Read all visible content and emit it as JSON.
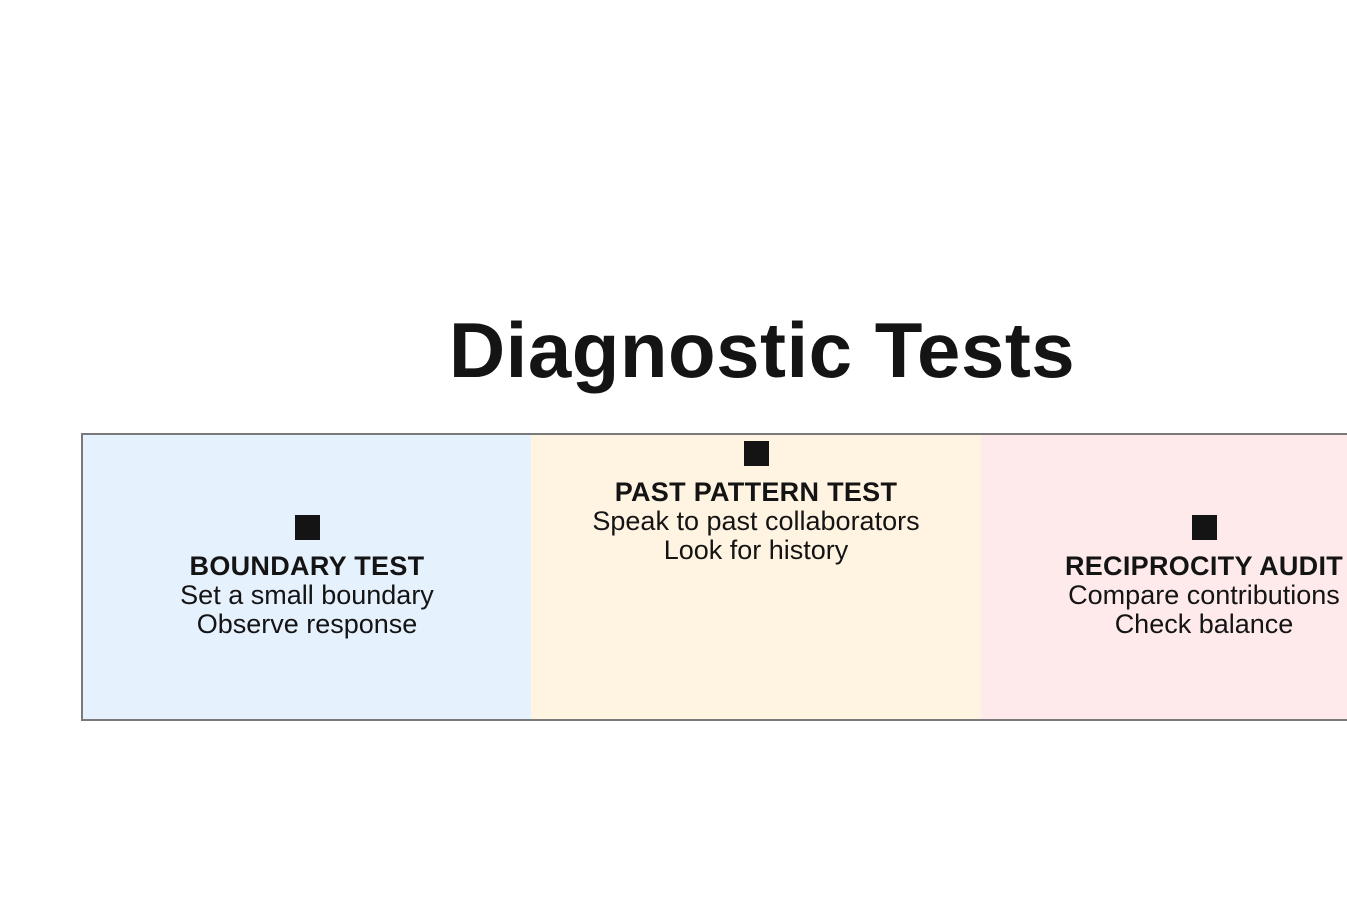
{
  "title": "Diagnostic Tests",
  "colors": {
    "boundary": "#e6f1fe",
    "past_pattern": "#fff4e2",
    "reciprocity": "#feeaea",
    "border": "#7a7a7a",
    "text": "#141414"
  },
  "panels": [
    {
      "icon": "square-icon",
      "title": "BOUNDARY TEST",
      "lines": [
        "Set a small boundary",
        "Observe response"
      ]
    },
    {
      "icon": "square-icon",
      "title": "PAST PATTERN TEST",
      "lines": [
        "Speak to past collaborators",
        "Look for history"
      ]
    },
    {
      "icon": "square-icon",
      "title": "RECIPROCITY AUDIT",
      "lines": [
        "Compare contributions",
        "Check balance"
      ]
    }
  ]
}
